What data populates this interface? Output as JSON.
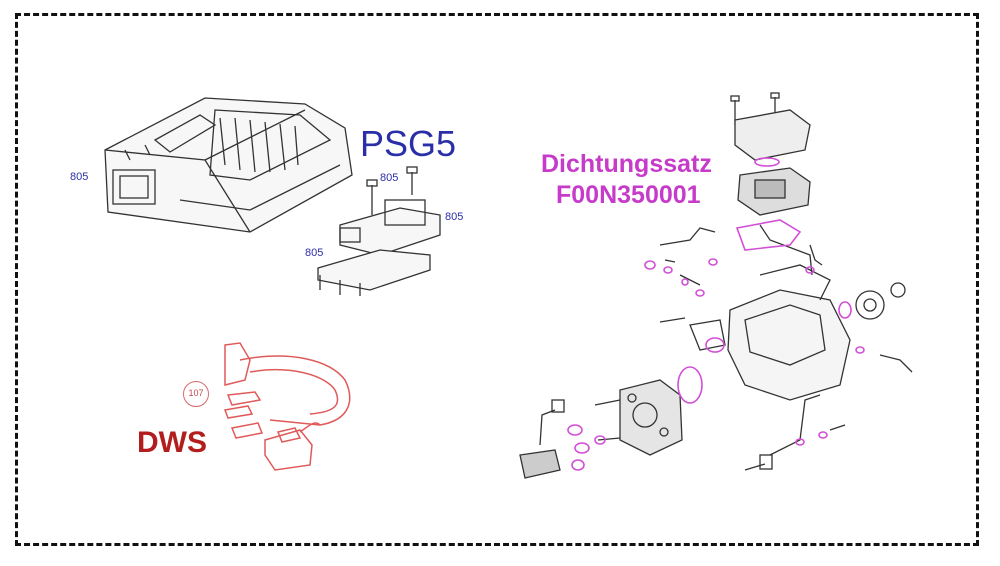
{
  "colors": {
    "psg5": "#2a2fa8",
    "dichtungssatz": "#c63bc9",
    "dws": "#b21e1e",
    "dws_parts": "#e05a5a",
    "seals": "#d24fd6",
    "line_art": "#333333"
  },
  "labels": {
    "psg5": "PSG5",
    "dichtungssatz_title": "Dichtungssatz",
    "dichtungssatz_part": "F00N350001",
    "dws": "DWS"
  },
  "part_numbers": {
    "control_unit_left": "805",
    "screw": "805",
    "bracket_right": "805",
    "bracket_lower": "805",
    "dws_ref": "107"
  }
}
